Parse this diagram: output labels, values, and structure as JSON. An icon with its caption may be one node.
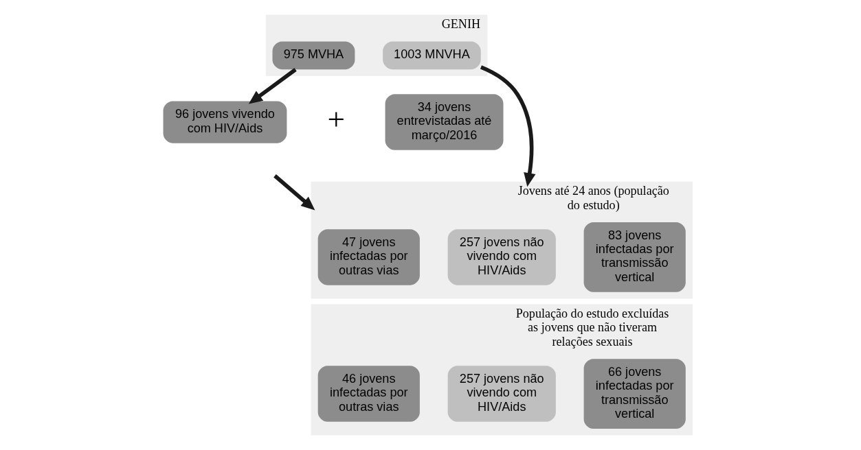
{
  "diagram": {
    "nodes": [
      {
        "text": [
          "GENIH"
        ]
      },
      {
        "text": [
          "975 MVHA"
        ],
        "in": 0
      },
      {
        "text": [
          "1003 MNVHA"
        ],
        "in": 0
      },
      {
        "text": [
          "96 jovens vivendo com HIV/Aids"
        ]
      },
      {
        "text": [
          "34 jovens entrevistadas até março/2016"
        ]
      },
      {
        "text": [
          "Jovens até 24 anos (população do estudo)"
        ]
      },
      {
        "text": [
          "83 jovens infectadas por transmissão vertical"
        ],
        "in": 5
      },
      {
        "text": [
          "47 jovens infectadas por outras vias"
        ],
        "in": 5
      },
      {
        "text": [
          "257 jovens não vivendo com HIV/Aids"
        ],
        "in": 5
      },
      {
        "text": [
          "População do estudo excluídas as jovens que não tiveram relações sexuais"
        ]
      },
      {
        "text": [
          "66 jovens infectadas por transmissão vertical"
        ],
        "in": 9
      },
      {
        "text": [
          "46 jovens infectadas por outras vias"
        ],
        "in": 9
      },
      {
        "text": [
          "257 jovens não vivendo com HIV/Aids"
        ],
        "in": 9
      }
    ],
    "edges": [
      {
        "from": 1,
        "to": 3,
        "arrow": "to"
      },
      {
        "from": 2,
        "to": 5,
        "arrow": "to"
      },
      {
        "from": null,
        "to": 5,
        "arrow": "to"
      }
    ],
    "labels": [
      "+"
    ]
  }
}
